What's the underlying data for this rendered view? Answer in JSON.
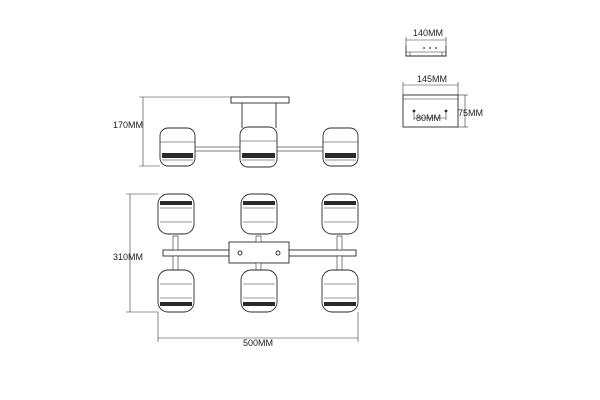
{
  "dimensions": {
    "side_height": "170MM",
    "top_height": "310MM",
    "top_width": "500MM",
    "bracket_width": "140MM",
    "plate_width": "145MM",
    "plate_height": "75MM",
    "hole_spacing": "80MM"
  }
}
